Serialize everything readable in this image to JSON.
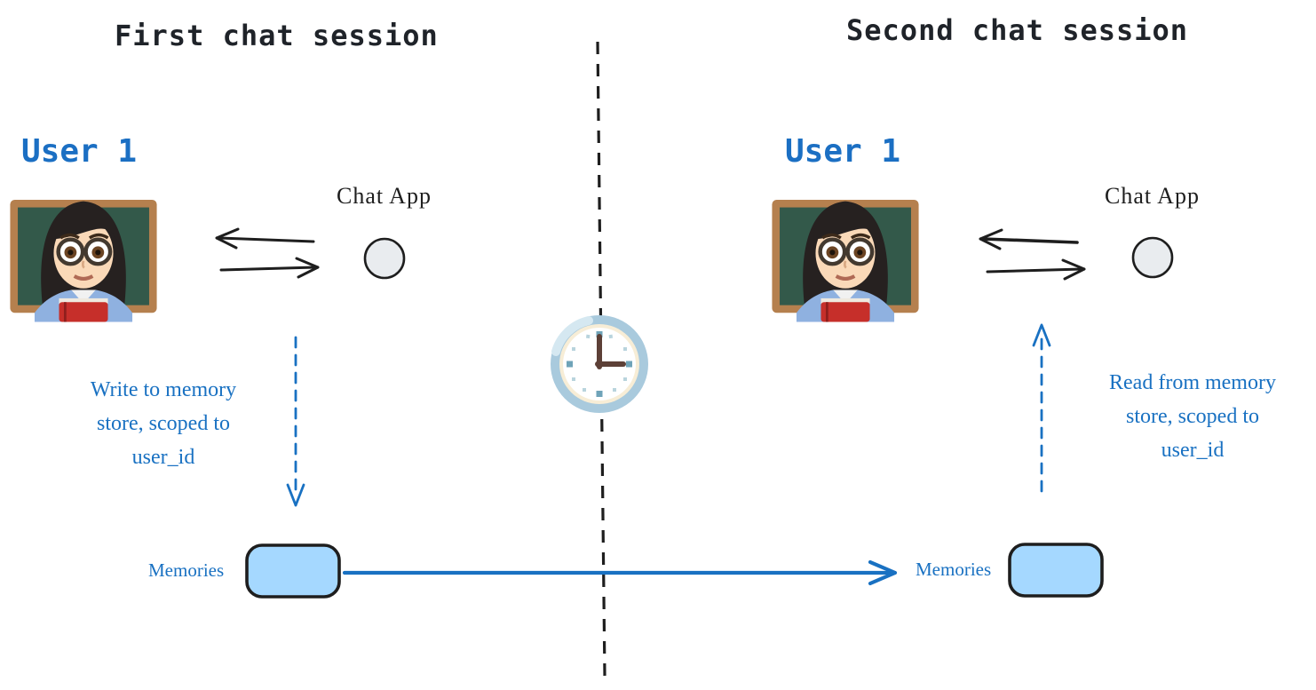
{
  "titles": {
    "first": "First chat session",
    "second": "Second chat session"
  },
  "sessions": [
    {
      "user_label": "User 1",
      "user_avatar_emoji": "👩‍🏫",
      "app_label": "Chat App",
      "note_lines": [
        "Write to memory",
        "store, scoped to",
        "user_id"
      ],
      "memories_label": "Memories"
    },
    {
      "user_label": "User 1",
      "user_avatar_emoji": "👩‍🏫",
      "app_label": "Chat App",
      "note_lines": [
        "Read from memory",
        "store, scoped to",
        "user_id"
      ],
      "memories_label": "Memories"
    }
  ],
  "icons": {
    "avatar": "woman-teacher-emoji",
    "clock": "three-oclock-clock-icon",
    "chat_app_node": "circle-node",
    "memories_node": "rounded-rect-node"
  },
  "colors": {
    "accent_blue": "#1971c2",
    "user_label_blue": "#1b6fc3",
    "memory_box_fill": "#a5d8ff",
    "node_fill": "#e9ecef",
    "ink": "#1e1e1e"
  }
}
